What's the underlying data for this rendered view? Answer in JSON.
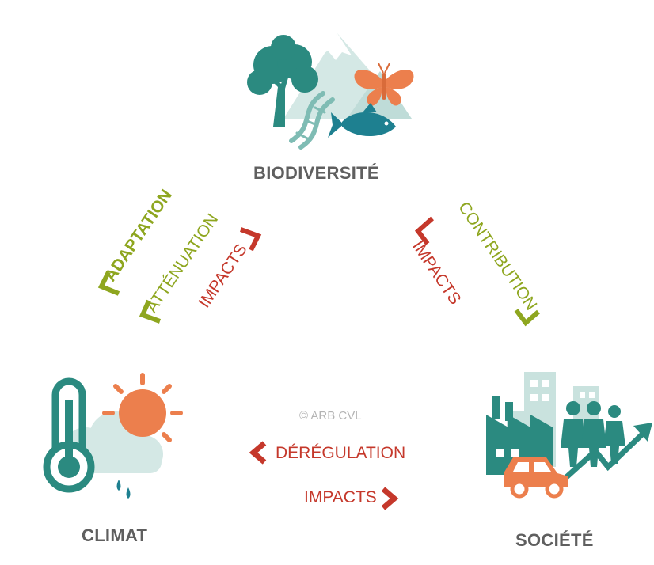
{
  "nodes": {
    "biodiversite": "BIODIVERSITÉ",
    "climat": "CLIMAT",
    "societe": "SOCIÉTÉ"
  },
  "credit": "© ARB CVL",
  "links": {
    "adaptation": "ADAPTATION",
    "attenuation": "ATTÉNUATION",
    "impacts_left": "IMPACTS",
    "contribution": "CONTRIBUTION",
    "impacts_right": "IMPACTS",
    "deregulation": "DÉRÉGULATION",
    "impacts_bottom": "IMPACTS"
  },
  "colors": {
    "green": "#8ea61f",
    "red": "#c5382b",
    "teal": "#2b8a80",
    "orange": "#ec7f4d",
    "label_gray": "#5f5f5f"
  },
  "icons": [
    "tree-icon",
    "mountain-icon",
    "butterfly-icon",
    "dna-icon",
    "fish-icon",
    "thermometer-icon",
    "sun-icon",
    "cloud-icon",
    "factory-icon",
    "buildings-icon",
    "people-icon",
    "car-icon",
    "growth-arrow-icon"
  ]
}
